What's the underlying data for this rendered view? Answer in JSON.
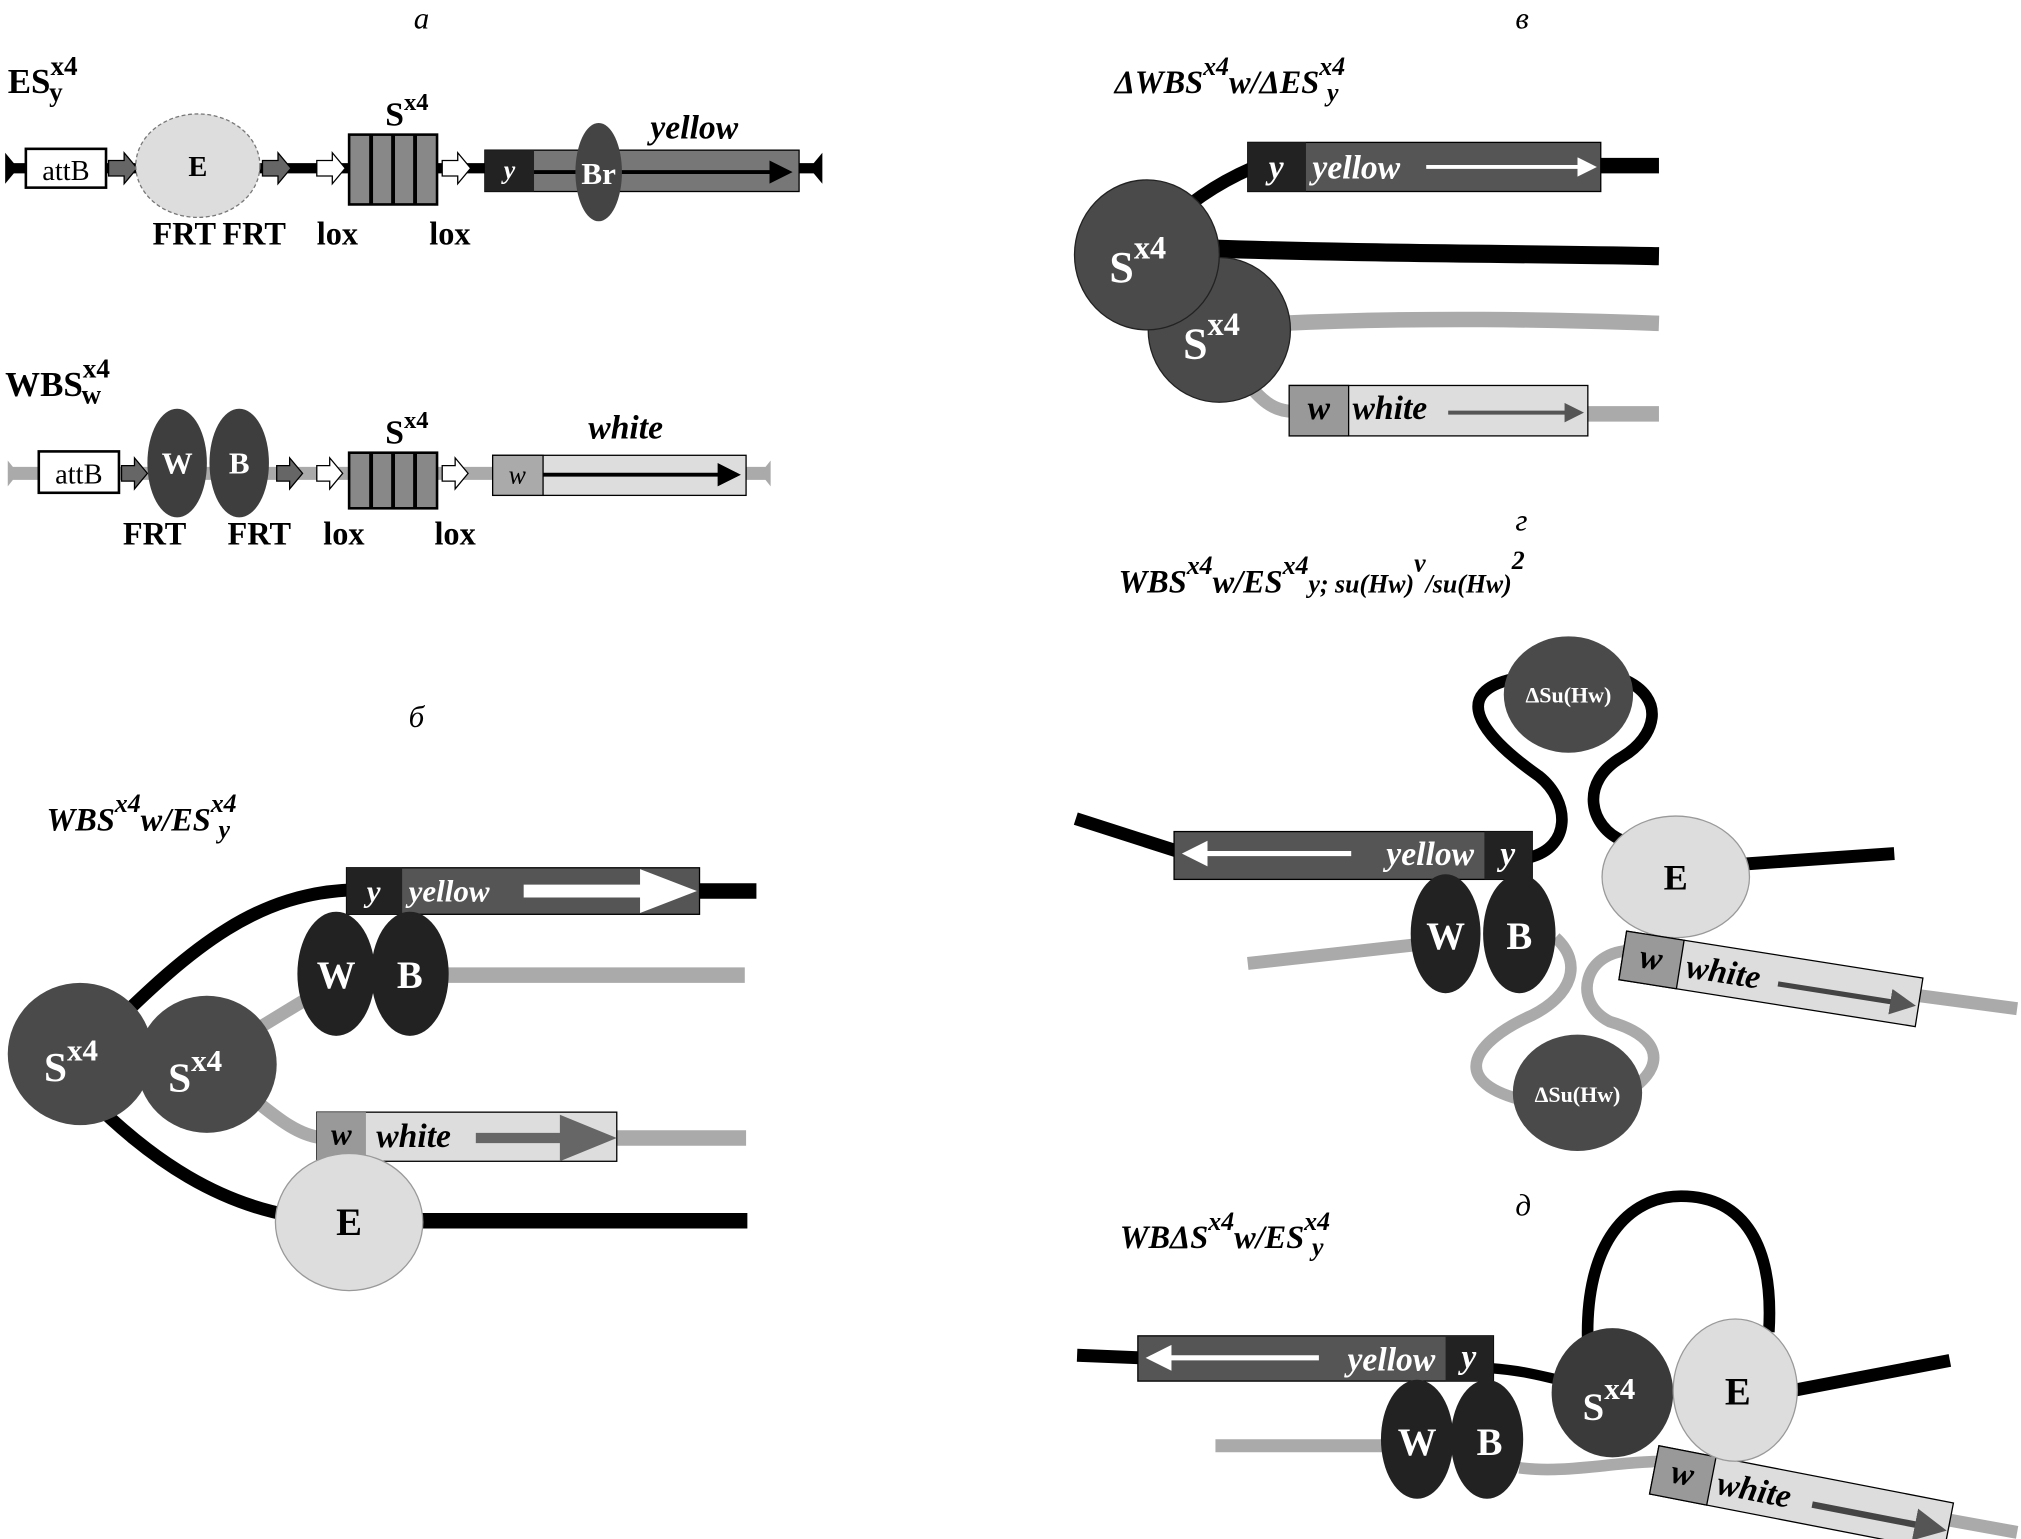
{
  "colors": {
    "black": "#000000",
    "dark": "#222222",
    "protein": "#454545",
    "yellow_box": "#555555",
    "gray_strand": "#a3a3a3",
    "light": "#dcdcdc",
    "mid": "#9a9a9a"
  },
  "panel_a": {
    "label": "а",
    "construct1": {
      "name": "ES",
      "sup": "x4",
      "sub": "y",
      "attB": "attB",
      "E": "E",
      "S": "S",
      "S_sup": "x4",
      "y_box": "y",
      "Br": "Br",
      "gene": "yellow",
      "sites": [
        "FRT",
        "FRT",
        "lox",
        "lox"
      ]
    },
    "construct2": {
      "name": "WBS",
      "sup": "x4",
      "sub": "w",
      "attB": "attB",
      "W": "W",
      "B": "B",
      "S": "S",
      "S_sup": "x4",
      "w_box": "w",
      "gene": "white",
      "sites": [
        "FRT",
        "FRT",
        "lox",
        "lox"
      ]
    }
  },
  "panel_b": {
    "label": "б",
    "title": {
      "p1": "WBS",
      "s1": "x4",
      "p2": "w/ES",
      "s2": "x4",
      "p3": "y"
    },
    "S": "S",
    "S_sup": "x4",
    "W": "W",
    "B": "B",
    "E": "E",
    "y_box": "y",
    "yellow": "yellow",
    "w_box": "w",
    "white": "white"
  },
  "panel_v": {
    "label": "в",
    "title": {
      "p1": "ΔWBS",
      "s1": "x4",
      "p2": "w/ΔES",
      "s2": "x4",
      "p3": "y"
    },
    "S": "S",
    "S_sup": "x4",
    "y_box": "y",
    "yellow": "yellow",
    "w_box": "w",
    "white": "white"
  },
  "panel_g": {
    "label": "г",
    "title": {
      "p1": "WBS",
      "s1": "x4",
      "p2": "w/ES",
      "s2": "x4",
      "p3": "y; su(Hw)",
      "s3": "v",
      "p4": "/su(Hw)",
      "s4": "2"
    },
    "suhw": "ΔSu(Hw)",
    "E": "E",
    "W": "W",
    "B": "B",
    "y_box": "y",
    "yellow": "yellow",
    "w_box": "w",
    "white": "white"
  },
  "panel_d": {
    "label": "д",
    "title": {
      "p1": "WBΔS",
      "s1": "x4",
      "p2": "w/ES",
      "s2": "x4",
      "p3": "y"
    },
    "S": "S",
    "S_sup": "x4",
    "E": "E",
    "W": "W",
    "B": "B",
    "y_box": "y",
    "yellow": "yellow",
    "w_box": "w",
    "white": "white"
  }
}
